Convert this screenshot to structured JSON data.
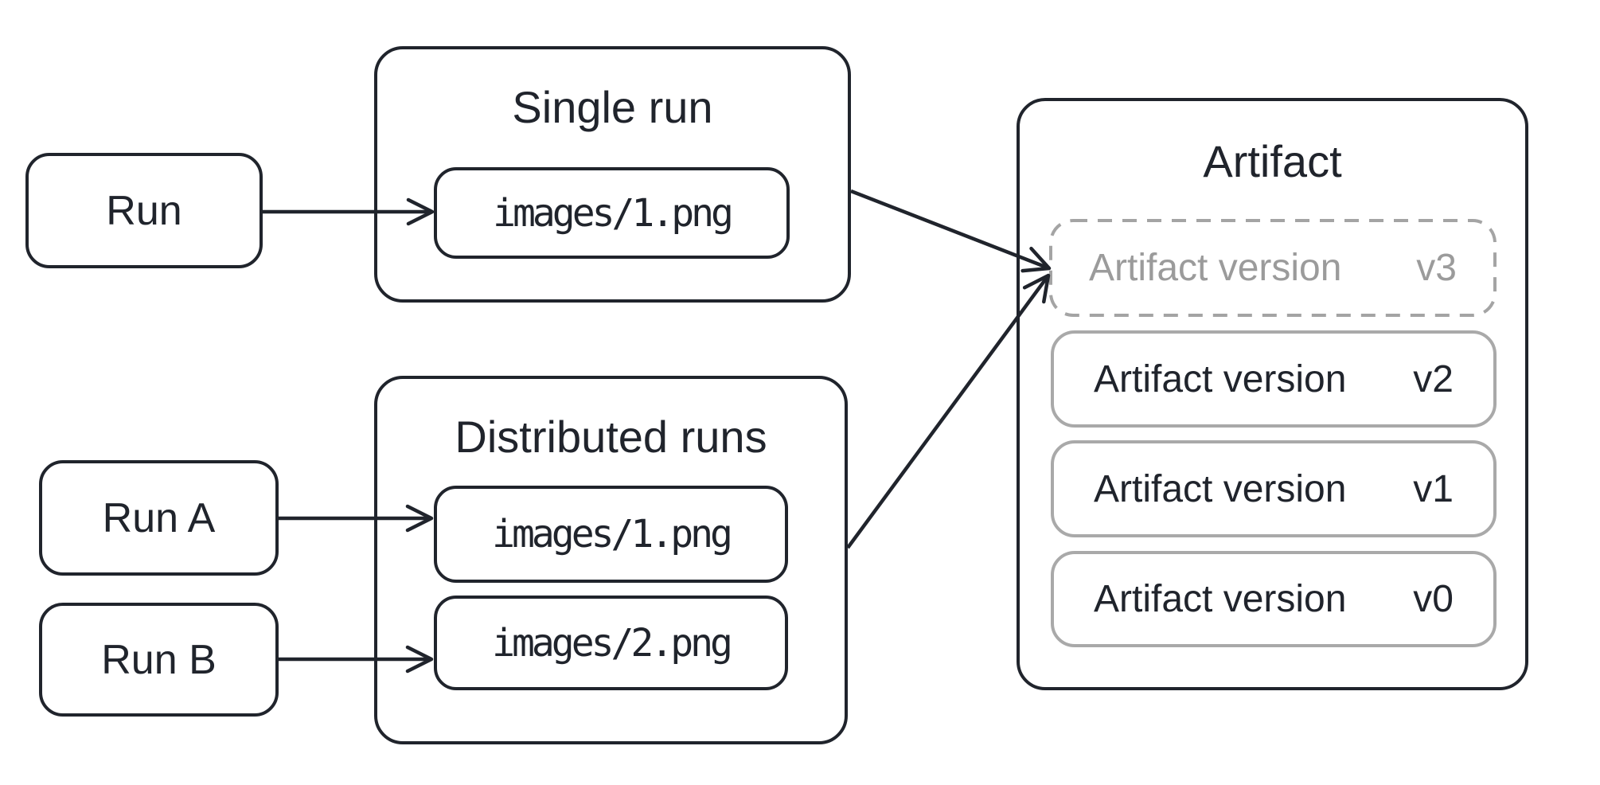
{
  "colors": {
    "ink": "#20242c",
    "gray_border": "#a9a9a9",
    "gray_dash": "#a4a4a4",
    "gray_text": "#9b9b9b",
    "background": "#ffffff"
  },
  "nodes": {
    "run": {
      "label": "Run"
    },
    "run_a": {
      "label": "Run A"
    },
    "run_b": {
      "label": "Run B"
    }
  },
  "single_run": {
    "title": "Single run",
    "file": "images/1.png"
  },
  "distributed_runs": {
    "title": "Distributed runs",
    "files": [
      "images/1.png",
      "images/2.png"
    ]
  },
  "artifact": {
    "title": "Artifact",
    "versions": [
      {
        "label": "Artifact version",
        "version": "v3",
        "style": "dashed"
      },
      {
        "label": "Artifact version",
        "version": "v2",
        "style": "solid"
      },
      {
        "label": "Artifact version",
        "version": "v1",
        "style": "solid"
      },
      {
        "label": "Artifact version",
        "version": "v0",
        "style": "solid"
      }
    ]
  }
}
